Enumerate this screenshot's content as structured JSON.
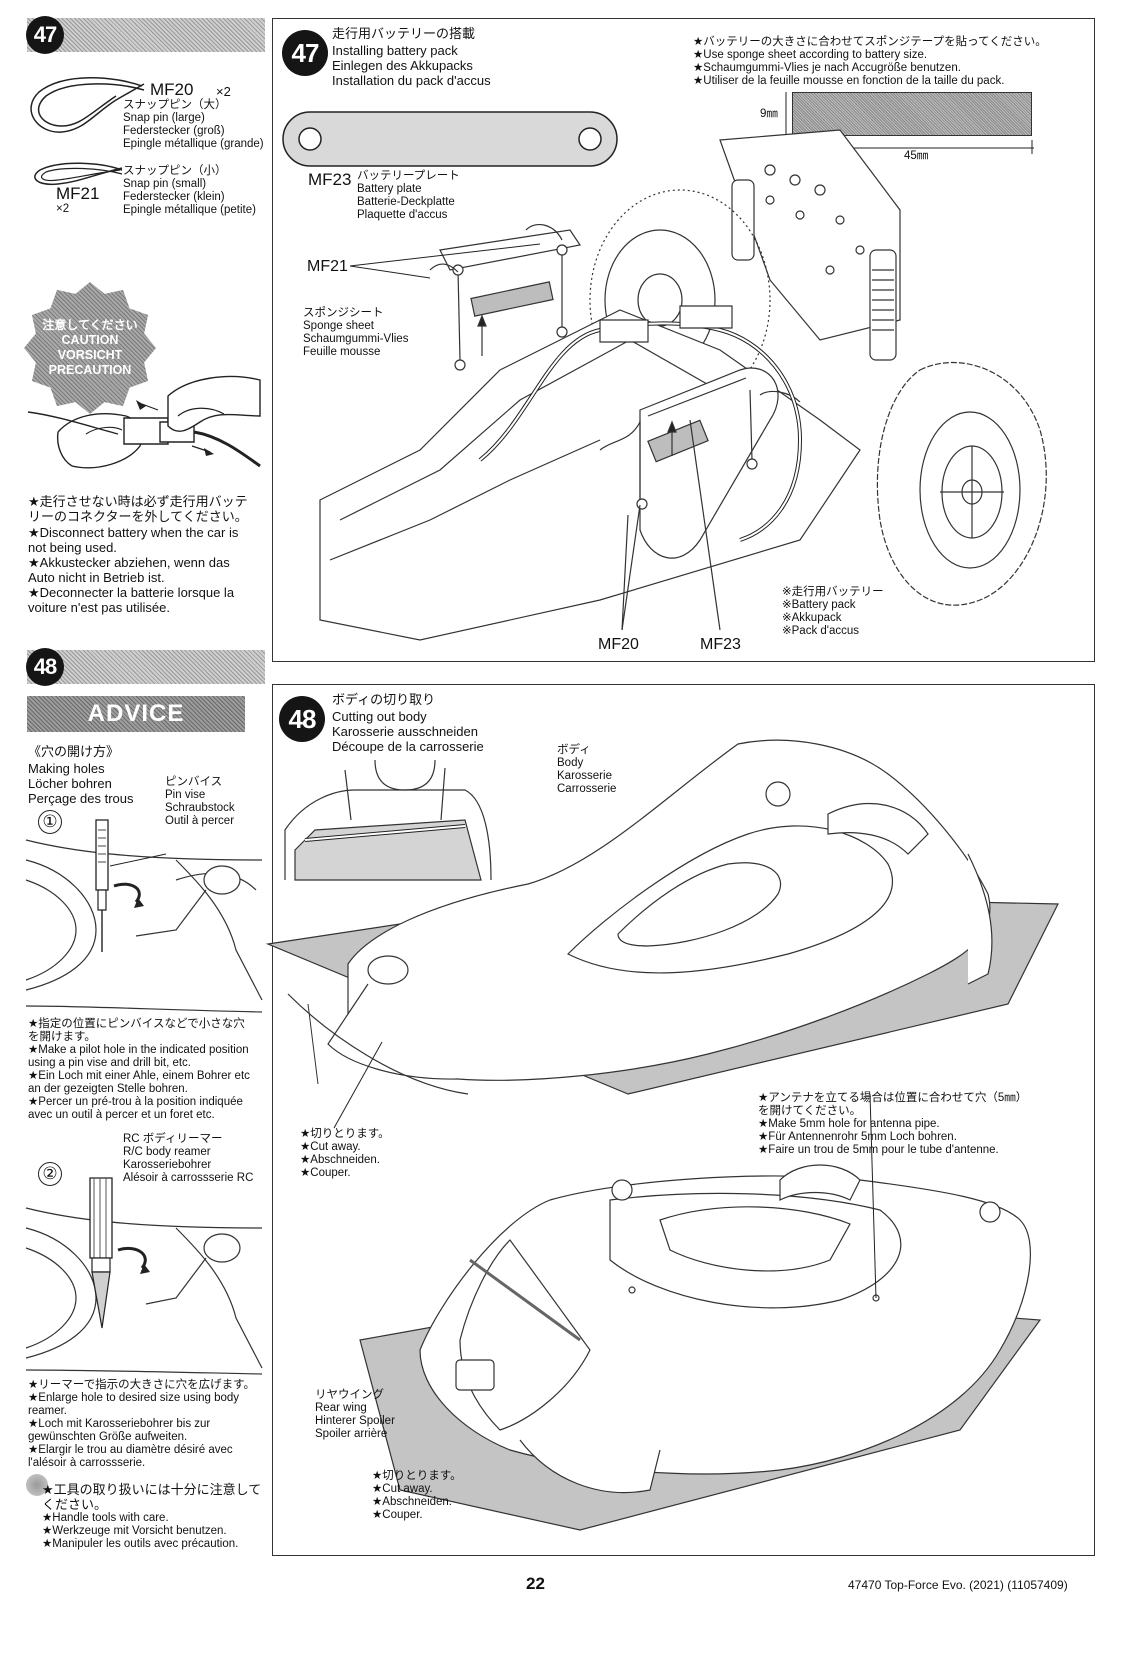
{
  "step47": {
    "number": "47",
    "parts": {
      "mf20": {
        "code": "MF20",
        "qty": "×2",
        "names": [
          "スナップピン（大）",
          "Snap pin (large)",
          "Federstecker (groß)",
          "Epingle métallique (grande)"
        ]
      },
      "mf21": {
        "code": "MF21",
        "qty": "×2",
        "names": [
          "スナップピン（小）",
          "Snap pin (small)",
          "Federstecker (klein)",
          "Epingle métallique (petite)"
        ]
      }
    },
    "caution_badge": [
      "注意してください",
      "CAUTION",
      "VORSICHT",
      "PRECAUTION"
    ],
    "caution_text": [
      "★走行させない時は必ず走行用バッテ",
      "リーのコネクターを外してください。",
      "★Disconnect battery when the car is",
      "not being used.",
      "★Akkustecker abziehen, wenn das",
      "Auto nicht in Betrieb ist.",
      "★Deconnecter la batterie lorsque la",
      "voiture n'est pas utilisée."
    ],
    "panel_title": [
      "走行用バッテリーの搭載",
      "Installing battery pack",
      "Einlegen des Akkupacks",
      "Installation du pack d'accus"
    ],
    "sponge_note": [
      "★バッテリーの大きさに合わせてスポンジテープを貼ってください。",
      "★Use sponge sheet according to battery size.",
      "★Schaumgummi-Vlies je nach Accugröße benutzen.",
      "★Utiliser de la feuille mousse en fonction de la taille du pack."
    ],
    "dim_height": "9㎜",
    "dim_width": "45㎜",
    "mf23_label": {
      "code": "MF23",
      "names": [
        "バッテリープレート",
        "Battery plate",
        "Batterie-Deckplatte",
        "Plaquette d'accus"
      ]
    },
    "mf21_callout": "MF21",
    "sponge_label": [
      "スポンジシート",
      "Sponge sheet",
      "Schaumgummi-Vlies",
      "Feuille mousse"
    ],
    "battery_label": [
      "※走行用バッテリー",
      "※Battery pack",
      "※Akkupack",
      "※Pack d'accus"
    ],
    "mf20_callout": "MF20",
    "mf23_callout": "MF23"
  },
  "step48": {
    "number": "48",
    "advice_title": "ADVICE",
    "holes_title": [
      "《穴の開け方》",
      "Making holes",
      "Löcher bohren",
      "Perçage des trous"
    ],
    "pinvise_label": [
      "ピンバイス",
      "Pin vise",
      "Schraubstock",
      "Outil à percer"
    ],
    "step1_num": "①",
    "step1_text": [
      "★指定の位置にピンバイスなどで小さな穴",
      "を開けます。",
      "★Make a pilot hole in the indicated position",
      "using a pin vise and drill bit, etc.",
      "★Ein Loch mit einer Ahle, einem Bohrer etc",
      "an der gezeigten Stelle bohren.",
      "★Percer un pré-trou à la position indiquée",
      "avec un outil à percer et un foret etc."
    ],
    "reamer_label": [
      "RC ボディリーマー",
      "R/C body reamer",
      "Karosseriebohrer",
      "Alésoir à carrossserie RC"
    ],
    "step2_num": "②",
    "step2_text": [
      "★リーマーで指示の大きさに穴を広げます。",
      "★Enlarge hole to desired size using body",
      "reamer.",
      "★Loch mit Karosseriebohrer bis zur",
      "gewünschten Größe aufweiten.",
      "★Elargir le trou au diamètre désiré avec",
      "l'alésoir à carrossserie."
    ],
    "tools_text": [
      "★工具の取り扱いには十分に注意して",
      "ください。",
      "★Handle tools with care.",
      "★Werkzeuge mit Vorsicht benutzen.",
      "★Manipuler les outils avec précaution."
    ],
    "panel_title": [
      "ボディの切り取り",
      "Cutting out body",
      "Karosserie ausschneiden",
      "Découpe de la carrosserie"
    ],
    "body_label": [
      "ボディ",
      "Body",
      "Karosserie",
      "Carrosserie"
    ],
    "cut_away_1": [
      "★切りとります。",
      "★Cut away.",
      "★Abschneiden.",
      "★Couper."
    ],
    "antenna_note": [
      "★アンテナを立てる場合は位置に合わせて穴（5㎜）",
      "を開けてください。",
      "★Make 5mm hole for antenna pipe.",
      "★Für Antennenrohr 5mm Loch bohren.",
      "★Faire un trou de 5mm pour le tube d'antenne."
    ],
    "rear_wing_label": [
      "リヤウイング",
      "Rear wing",
      "Hinterer Spoiler",
      "Spoiler arrière"
    ],
    "cut_away_2": [
      "★切りとります。",
      "★Cut away.",
      "★Abschneiden.",
      "★Couper."
    ]
  },
  "footer": {
    "page_number": "22",
    "model": "47470 Top-Force Evo. (2021) (11057409)"
  }
}
